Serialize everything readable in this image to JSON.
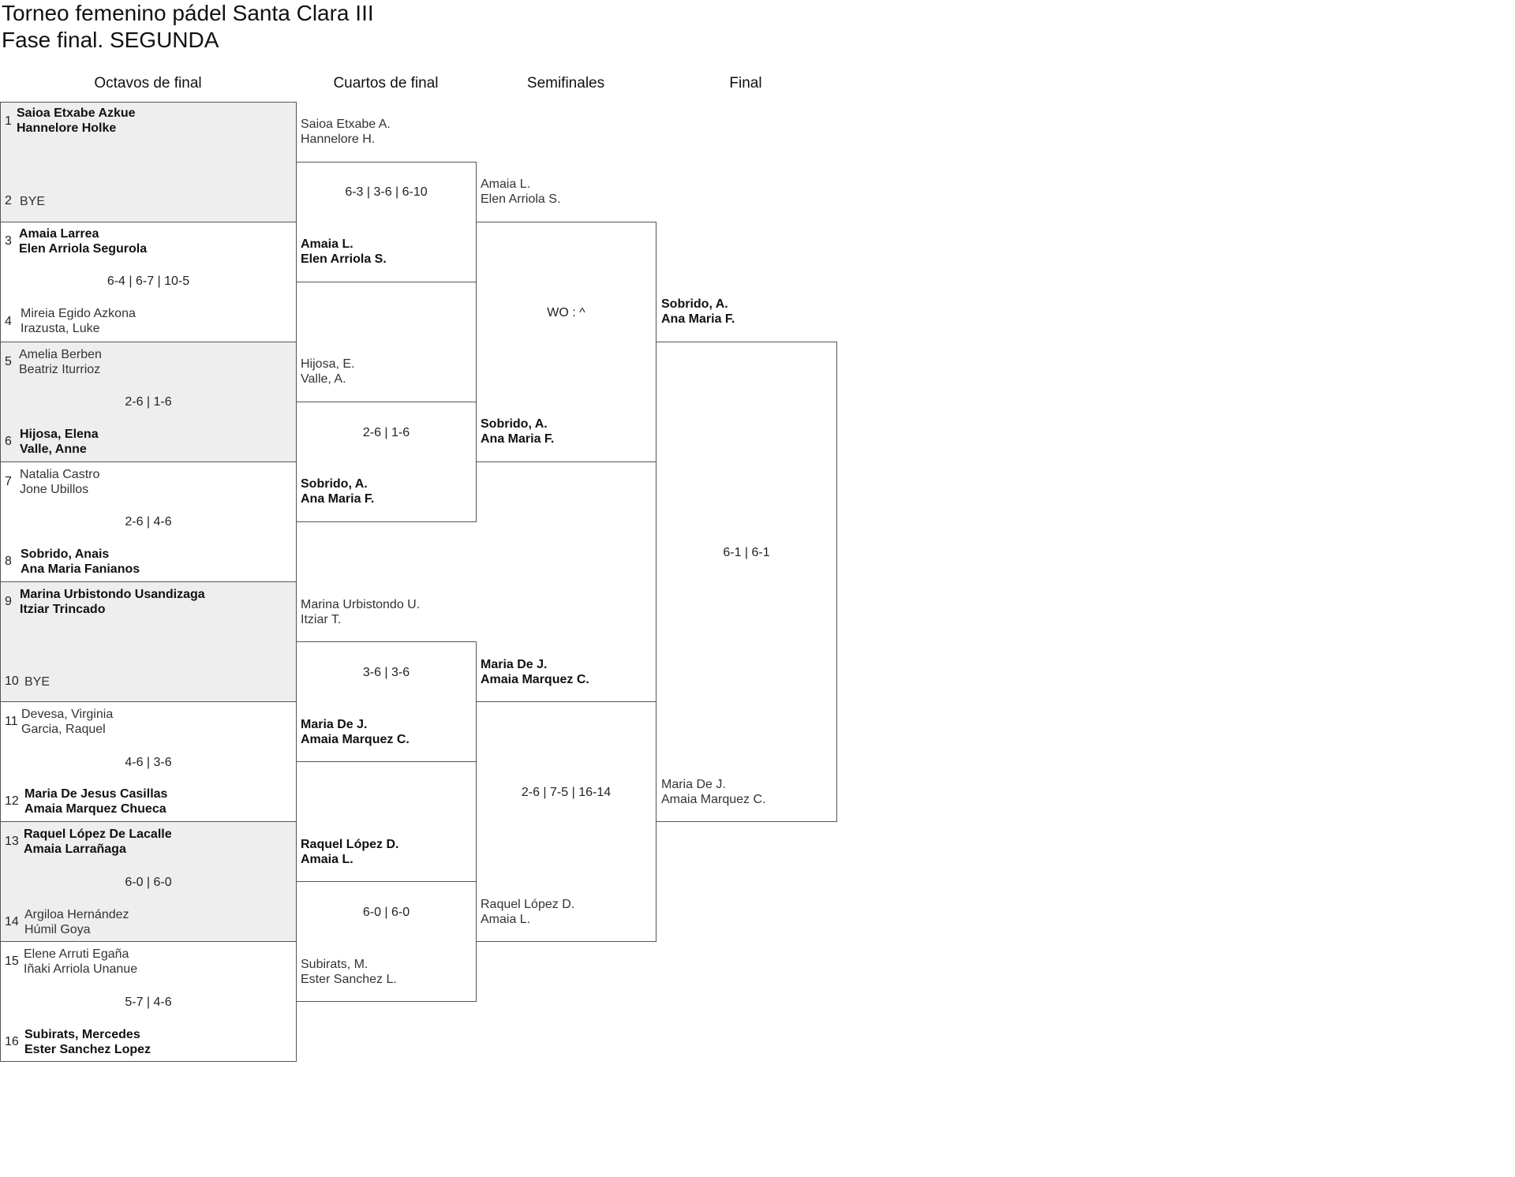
{
  "header": {
    "title": "Torneo femenino pádel Santa Clara III",
    "subtitle": "Fase final. SEGUNDA"
  },
  "rounds": {
    "r16": "Octavos de final",
    "qf": "Cuartos de final",
    "sf": "Semifinales",
    "final": "Final"
  },
  "r16": {
    "m1": {
      "s1": "1",
      "a1": "Saioa Etxabe Azkue",
      "a2": "Hannelore Holke",
      "s2": "2",
      "b1": "BYE",
      "score": ""
    },
    "m2": {
      "s1": "3",
      "a1": "Amaia Larrea",
      "a2": "Elen Arriola Segurola",
      "s2": "4",
      "b1": "Mireia Egido Azkona",
      "b2": "Irazusta, Luke",
      "score": "6-4 | 6-7 | 10-5"
    },
    "m3": {
      "s1": "5",
      "a1": "Amelia Berben",
      "a2": "Beatriz Iturrioz",
      "s2": "6",
      "b1": "Hijosa, Elena",
      "b2": "Valle, Anne",
      "score": "2-6 | 1-6"
    },
    "m4": {
      "s1": "7",
      "a1": "Natalia Castro",
      "a2": "Jone Ubillos",
      "s2": "8",
      "b1": "Sobrido, Anais",
      "b2": "Ana Maria Fanianos",
      "score": "2-6 | 4-6"
    },
    "m5": {
      "s1": "9",
      "a1": "Marina Urbistondo Usandizaga",
      "a2": "Itziar Trincado",
      "s2": "10",
      "b1": "BYE",
      "score": ""
    },
    "m6": {
      "s1": "11",
      "a1": "Devesa, Virginia",
      "a2": "Garcia, Raquel",
      "s2": "12",
      "b1": "Maria De Jesus Casillas",
      "b2": "Amaia Marquez Chueca",
      "score": "4-6 | 3-6"
    },
    "m7": {
      "s1": "13",
      "a1": "Raquel López De Lacalle",
      "a2": "Amaia Larrañaga",
      "s2": "14",
      "b1": "Argiloa Hernández",
      "b2": "Húmil Goya",
      "score": "6-0 | 6-0"
    },
    "m8": {
      "s1": "15",
      "a1": "Elene Arruti Egaña",
      "a2": "Iñaki Arriola Unanue",
      "s2": "16",
      "b1": "Subirats, Mercedes",
      "b2": "Ester Sanchez Lopez",
      "score": "5-7 | 4-6"
    }
  },
  "qf": {
    "m1": {
      "a1": "Saioa Etxabe A.",
      "a2": "Hannelore H.",
      "b1": "Amaia L.",
      "b2": "Elen Arriola S.",
      "score": "6-3 | 3-6 | 6-10"
    },
    "m2": {
      "a1": "Hijosa, E.",
      "a2": "Valle, A.",
      "b1": "Sobrido, A.",
      "b2": "Ana Maria F.",
      "score": "2-6 | 1-6"
    },
    "m3": {
      "a1": "Marina Urbistondo U.",
      "a2": "Itziar T.",
      "b1": "Maria De J.",
      "b2": "Amaia Marquez C.",
      "score": "3-6 | 3-6"
    },
    "m4": {
      "a1": "Raquel López D.",
      "a2": "Amaia L.",
      "b1": "Subirats, M.",
      "b2": "Ester Sanchez L.",
      "score": "6-0 | 6-0"
    }
  },
  "sf": {
    "m1": {
      "a1": "Amaia L.",
      "a2": "Elen Arriola S.",
      "b1": "Sobrido, A.",
      "b2": "Ana Maria F.",
      "score": "WO : ^"
    },
    "m2": {
      "a1": "Maria De J.",
      "a2": "Amaia Marquez C.",
      "b1": "Raquel López D.",
      "b2": "Amaia L.",
      "score": "2-6 | 7-5 | 16-14"
    }
  },
  "final": {
    "a1": "Sobrido, A.",
    "a2": "Ana Maria F.",
    "b1": "Maria De J.",
    "b2": "Amaia Marquez C.",
    "score": "6-1 | 6-1"
  }
}
